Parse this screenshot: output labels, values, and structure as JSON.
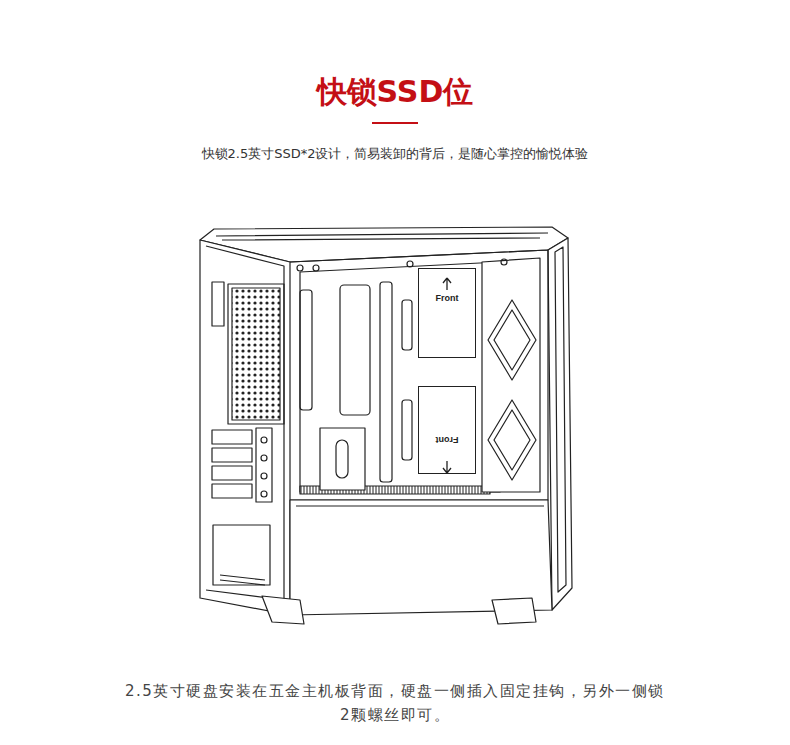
{
  "diagram": {
    "title": "快锁SSD位",
    "caption": "2.5英寸硬盘安装在五金主机板背面，硬盘一侧插入固定挂钩，另外一侧锁2颗螺丝即可。",
    "nodes": [
      {
        "text": [
          "Front"
        ]
      },
      {
        "text": [
          "Front"
        ]
      }
    ],
    "labels": [
      "快锁2.5英寸SSD*2设计，简易装卸的背后，是随心掌控的愉悦体验"
    ]
  }
}
